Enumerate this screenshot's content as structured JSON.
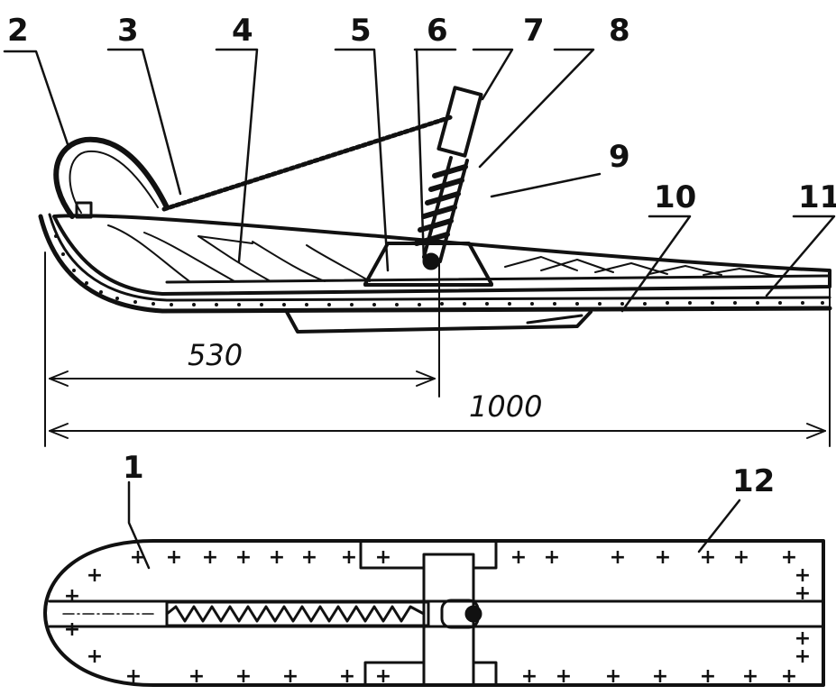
{
  "diagram": {
    "type": "technical-drawing",
    "subject": "ski / runner assembly with spring-loaded mount, side view and top view",
    "part_labels": [
      {
        "id": "1",
        "text": "1"
      },
      {
        "id": "2",
        "text": "2"
      },
      {
        "id": "3",
        "text": "3"
      },
      {
        "id": "4",
        "text": "4"
      },
      {
        "id": "5",
        "text": "5"
      },
      {
        "id": "6",
        "text": "6"
      },
      {
        "id": "7",
        "text": "7"
      },
      {
        "id": "8",
        "text": "8"
      },
      {
        "id": "9",
        "text": "9"
      },
      {
        "id": "10",
        "text": "10"
      },
      {
        "id": "11",
        "text": "11"
      },
      {
        "id": "12",
        "text": "12"
      }
    ],
    "dimensions": {
      "pivot_distance": "530",
      "total_length": "1000"
    },
    "colors": {
      "ink": "#111111",
      "paper": "#ffffff"
    }
  }
}
